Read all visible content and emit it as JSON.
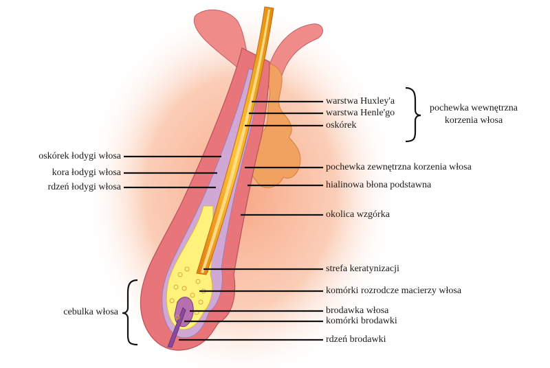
{
  "diagram": {
    "labels_right": [
      {
        "id": "huxley",
        "text": "warstwa Huxley'a"
      },
      {
        "id": "henle",
        "text": "warstwa Henle'go"
      },
      {
        "id": "oskorek",
        "text": "oskórek"
      },
      {
        "id": "zewnetrzna",
        "text": "pochewka zewnętrzna korzenia włosa"
      },
      {
        "id": "hialinowa",
        "text": "hialinowa błona podstawna"
      },
      {
        "id": "wzgorka",
        "text": "okolica wzgórka"
      },
      {
        "id": "keratyn",
        "text": "strefa keratynizacji"
      },
      {
        "id": "rozrodcze",
        "text": "komórki rozrodcze macierzy włosa"
      },
      {
        "id": "brodawka",
        "text": "brodawka włosa"
      },
      {
        "id": "kom_brodawki",
        "text": "komórki brodawki"
      },
      {
        "id": "rdzen_brodawki",
        "text": "rdzeń brodawki"
      }
    ],
    "labels_left": [
      {
        "id": "oskorek_lodygi",
        "text": "oskórek łodygi włosa"
      },
      {
        "id": "kora",
        "text": "kora łodygi włosa"
      },
      {
        "id": "rdzen_lodygi",
        "text": "rdzeń łodygi włosa"
      }
    ],
    "groups": {
      "inner_sheath": {
        "line1": "pochewka wewnętrzna",
        "line2": "korzenia włosa"
      },
      "bulb": {
        "text": "cebulka włosa"
      }
    },
    "colors": {
      "glow": "#f7a27e",
      "skin": "#f08c88",
      "sheath_outer": "#e36f73",
      "sheath_inner": "#c9a7d8",
      "hair_shaft": "#f6a21a",
      "bulb_fill": "#fff27a",
      "gland": "#f1a25c",
      "line": "#111111"
    }
  }
}
